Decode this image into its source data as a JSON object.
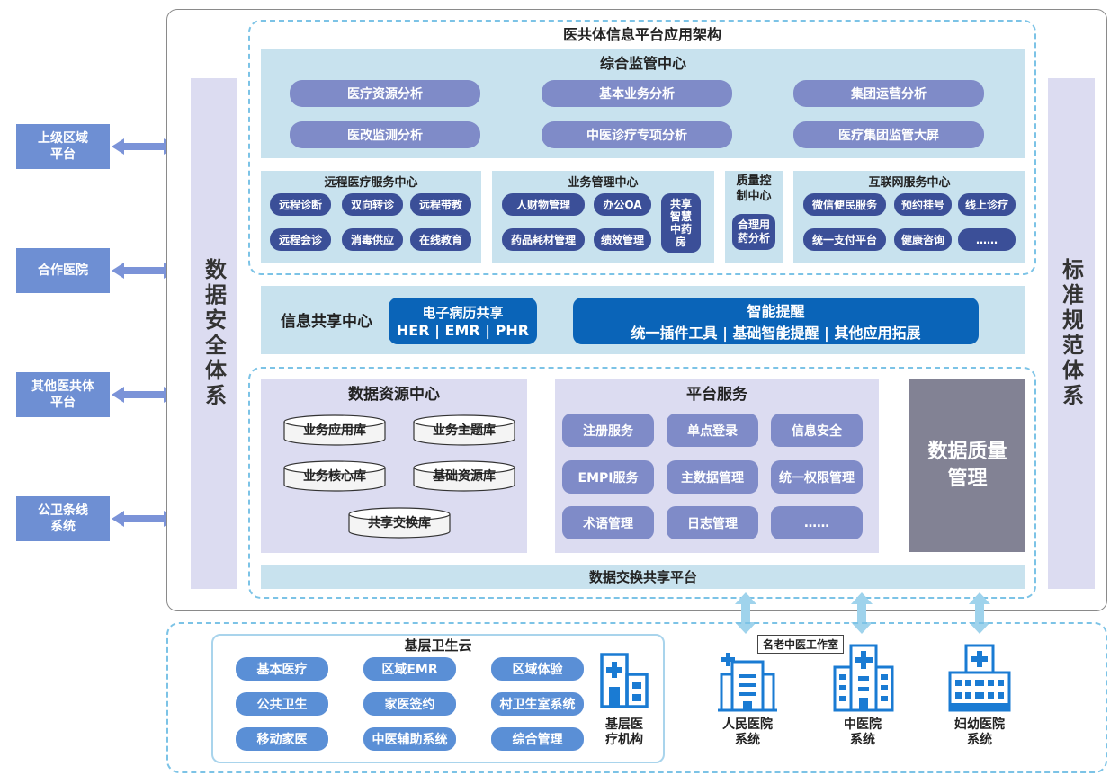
{
  "left_platforms": [
    "上级区域\n平台",
    "合作医院",
    "其他医共体\n平台",
    "公卫条线\n系统"
  ],
  "security_system": "数据安全体系",
  "standard_system": "标准规范体系",
  "architecture_title": "医共体信息平台应用架构",
  "supervision": {
    "title": "综合监管中心",
    "items": [
      "医疗资源分析",
      "基本业务分析",
      "集团运营分析",
      "医改监测分析",
      "中医诊疗专项分析",
      "医疗集团监管大屏"
    ]
  },
  "remote": {
    "title": "远程医疗服务中心",
    "items": [
      "远程诊断",
      "双向转诊",
      "远程带教",
      "远程会诊",
      "消毒供应",
      "在线教育"
    ]
  },
  "business": {
    "title": "业务管理中心",
    "items": [
      "人财物管理",
      "办公OA",
      "药品耗材管理",
      "绩效管理"
    ],
    "tall_item": "共享\n智慧\n中药\n房"
  },
  "quality_control": {
    "title": "质量控\n制中心",
    "item": "合理用\n药分析"
  },
  "internet": {
    "title": "互联网服务中心",
    "items": [
      "微信便民服务",
      "预约挂号",
      "线上诊疗",
      "统一支付平台",
      "健康咨询",
      "……"
    ]
  },
  "info_share": {
    "title": "信息共享中心",
    "emr_title": "电子病历共享",
    "emr_sub": "HER | EMR | PHR",
    "smart_title": "智能提醒",
    "smart_sub": "统一插件工具 | 基础智能提醒 | 其他应用拓展"
  },
  "data_resource": {
    "title": "数据资源中心",
    "dbs": [
      "业务应用库",
      "业务主题库",
      "业务核心库",
      "基础资源库",
      "共享交换库"
    ]
  },
  "platform_service": {
    "title": "平台服务",
    "items": [
      "注册服务",
      "单点登录",
      "信息安全",
      "EMPI服务",
      "主数据管理",
      "统一权限管理",
      "术语管理",
      "日志管理",
      "……"
    ]
  },
  "data_quality": "数据质量\n管理",
  "exchange_platform": "数据交换共享平台",
  "primary_cloud": {
    "title": "基层卫生云",
    "items": [
      "基本医疗",
      "区域EMR",
      "区域体验",
      "公共卫生",
      "家医签约",
      "村卫生室系统",
      "移动家医",
      "中医辅助系统",
      "综合管理"
    ],
    "institution": "基层医\n疗机构"
  },
  "tcm_studio": "名老中医工作室",
  "hospitals": [
    "人民医院\n系统",
    "中医院\n系统",
    "妇幼医院\n系统"
  ],
  "colors": {
    "accent_blue": "#0a64b8",
    "lavender": "#7f8bc8",
    "navy": "#3b4f98",
    "panel": "#c8e2ee",
    "purple_panel": "#dcdcf1",
    "dash": "#7cc3e6",
    "icon_blue": "#1a7bd3"
  }
}
